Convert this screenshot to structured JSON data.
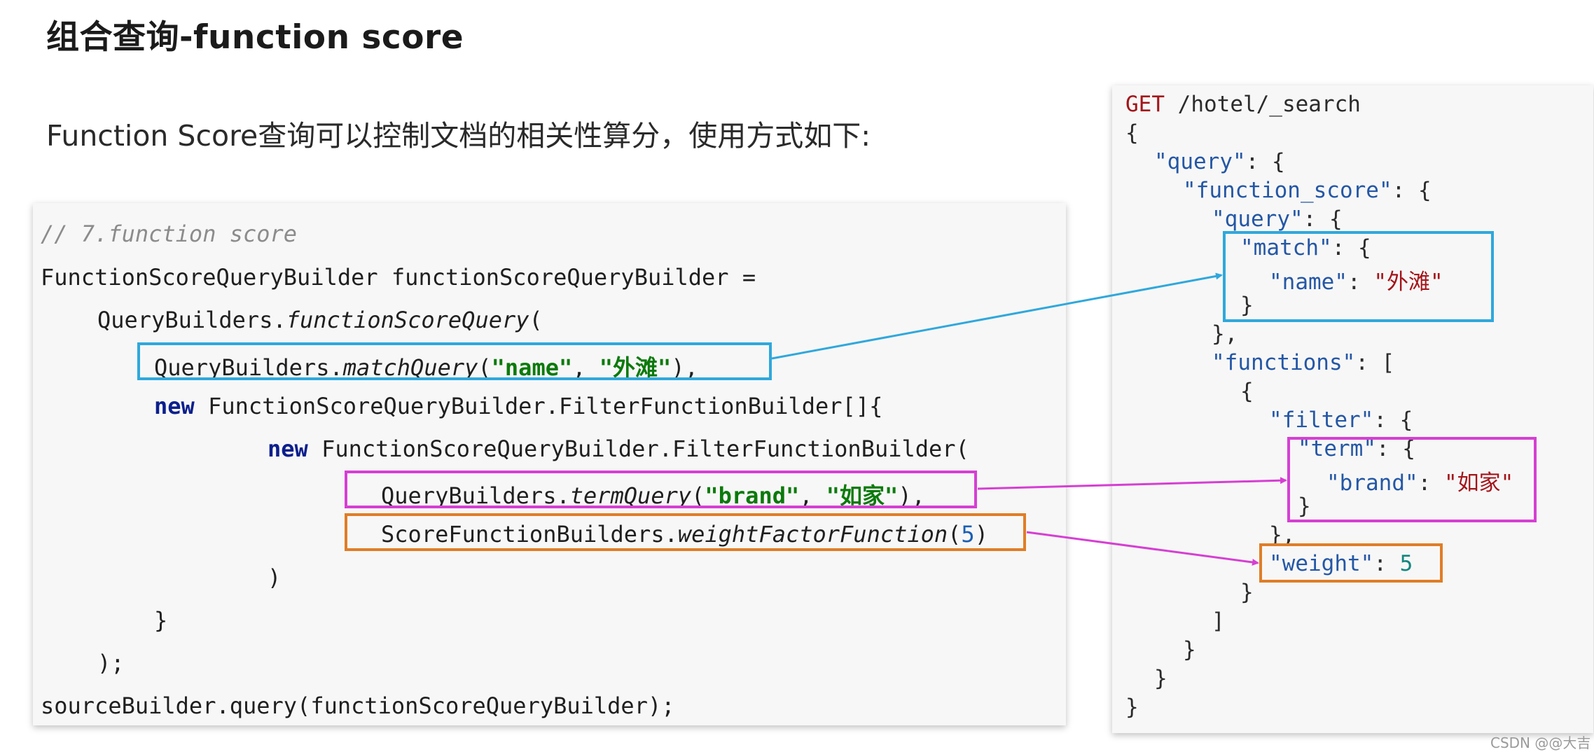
{
  "title": "组合查询-function score",
  "subtitle": "Function Score查询可以控制文档的相关性算分，使用方式如下:",
  "java": {
    "comment": "// 7.function score",
    "l2": "FunctionScoreQueryBuilder functionScoreQueryBuilder =",
    "l3a": "QueryBuilders.",
    "l3b": "functionScoreQuery",
    "l3c": "(",
    "l4a": "QueryBuilders.",
    "l4b": "matchQuery",
    "l4c": "(",
    "l4d": "\"name\"",
    "l4e": ", ",
    "l4f": "\"外滩\"",
    "l4g": "),",
    "new_kw": "new",
    "l5": " FunctionScoreQueryBuilder.FilterFunctionBuilder[]{",
    "l6": " FunctionScoreQueryBuilder.FilterFunctionBuilder(",
    "l7a": "QueryBuilders.",
    "l7b": "termQuery",
    "l7c": "(",
    "l7d": "\"brand\"",
    "l7e": ", ",
    "l7f": "\"如家\"",
    "l7g": "),",
    "l8a": "ScoreFunctionBuilders.",
    "l8b": "weightFactorFunction",
    "l8c": "(",
    "l8d": "5",
    "l8e": ")",
    "l9": ")",
    "l10": "}",
    "l11": ");",
    "l12": "sourceBuilder.query(functionScoreQueryBuilder);"
  },
  "json": {
    "method": "GET",
    "path": " /hotel/_search",
    "open": "{",
    "k_query": "\"query\"",
    "k_function_score": "\"function_score\"",
    "k_match": "\"match\"",
    "k_name": "\"name\"",
    "v_name": "\"外滩\"",
    "k_functions": "\"functions\"",
    "k_filter": "\"filter\"",
    "k_term": "\"term\"",
    "k_brand": "\"brand\"",
    "v_brand": "\"如家\"",
    "k_weight": "\"weight\"",
    "v_weight": "5",
    "colon_brace": ": {",
    "colon_bracket": ": [",
    "colon_sp": ": ",
    "close_brace": "}",
    "close_brace_comma": "},",
    "open_brace": "{",
    "close_bracket": "]"
  },
  "colors": {
    "blue_box": "#2fa8dc",
    "pink_box": "#d63fd3",
    "orange_box": "#e07d27"
  },
  "watermark": "CSDN @@大吉"
}
